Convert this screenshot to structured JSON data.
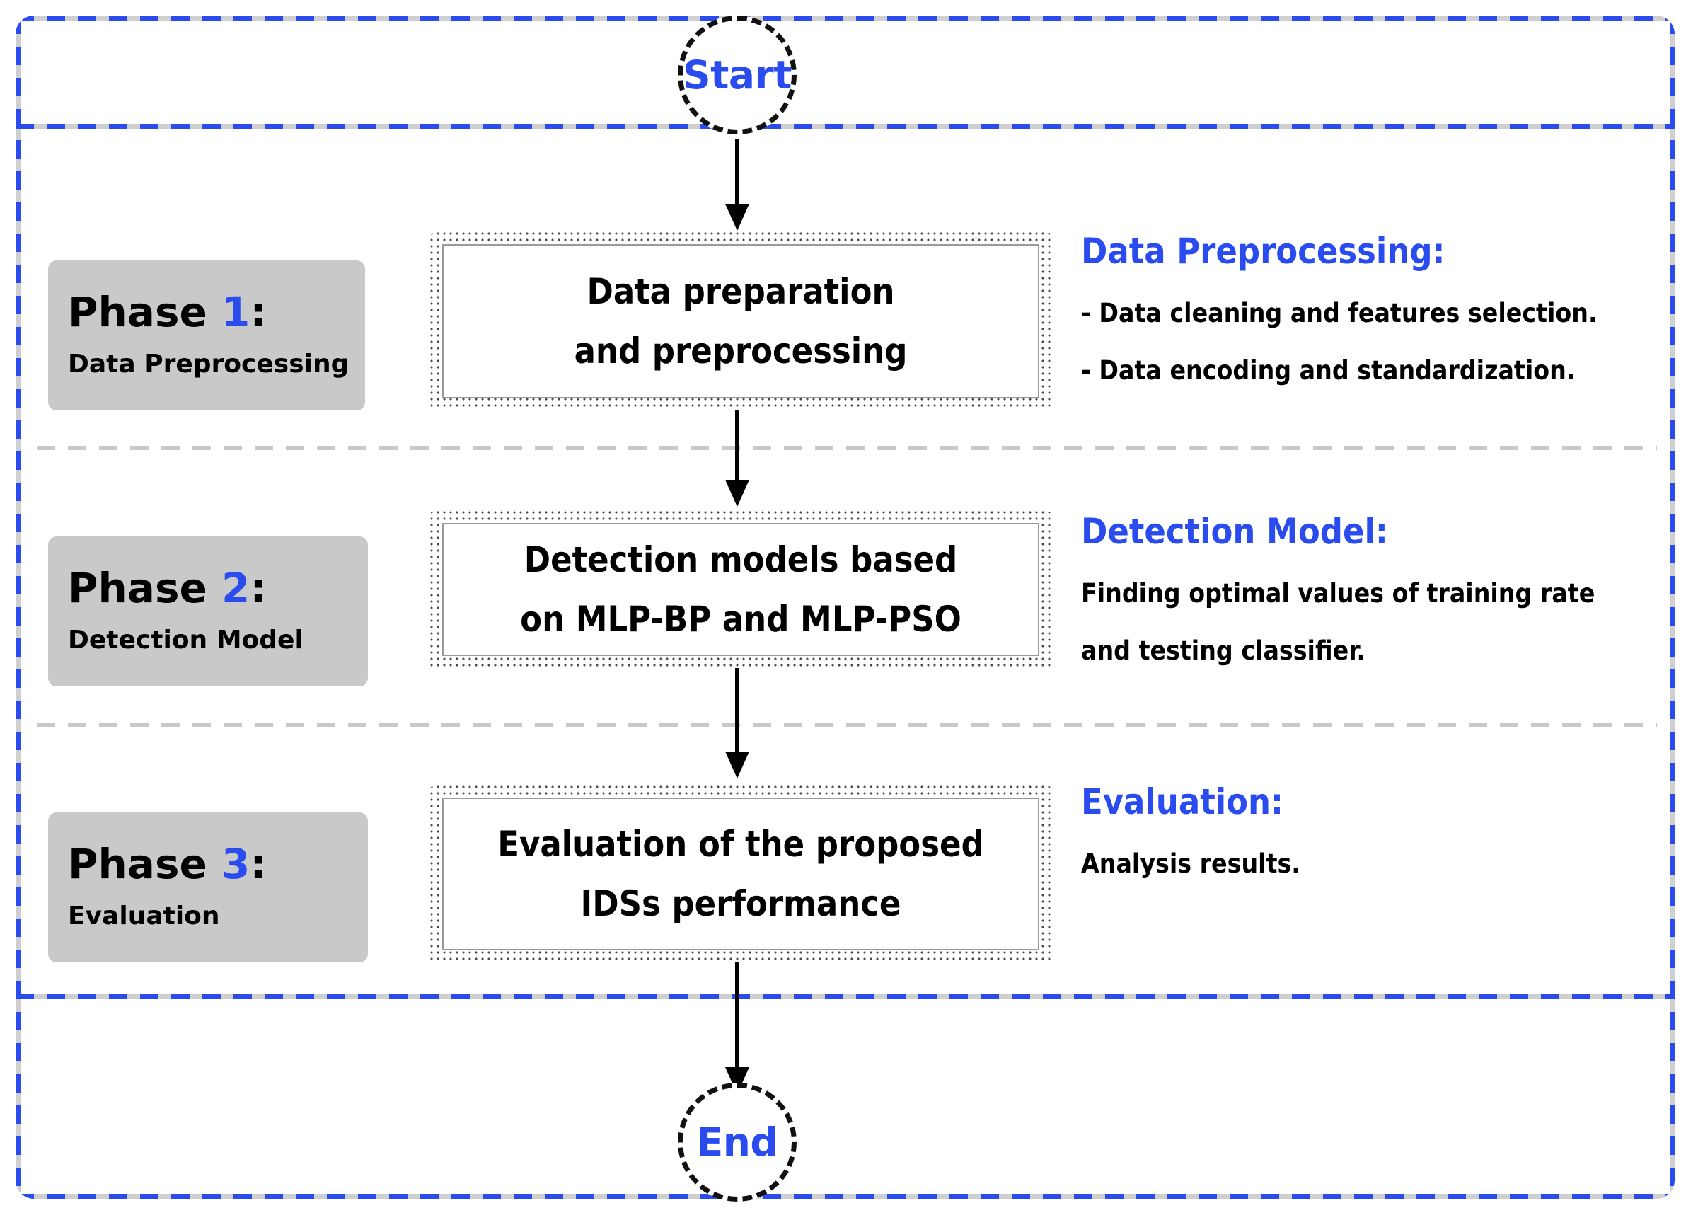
{
  "diagram": {
    "title": "Proposed IDS methodology flowchart",
    "colors": {
      "accent_blue": "#2a4cef",
      "frame_dash_gray": "#cfcfcf",
      "phase_chip_gray": "#c9c9c9",
      "separator_gray": "#c9c9c9",
      "text_black": "#000000"
    }
  },
  "terminators": {
    "start": "Start",
    "end": "End"
  },
  "phases": [
    {
      "chip": {
        "word": "Phase",
        "number": "1",
        "colon": ":",
        "subtitle": "Data Preprocessing"
      },
      "process": {
        "line1": "Data preparation",
        "line2": "and preprocessing"
      },
      "note": {
        "heading": "Data Preprocessing:",
        "lines": [
          "- Data cleaning and features selection.",
          "- Data encoding and standardization."
        ]
      }
    },
    {
      "chip": {
        "word": "Phase",
        "number": "2",
        "colon": ":",
        "subtitle": "Detection Model"
      },
      "process": {
        "line1": "Detection models based",
        "line2": "on MLP-BP and MLP-PSO"
      },
      "note": {
        "heading": "Detection Model:",
        "lines": [
          "Finding optimal values of training rate",
          "and testing classifier."
        ]
      }
    },
    {
      "chip": {
        "word": "Phase",
        "number": "3",
        "colon": ":",
        "subtitle": "Evaluation"
      },
      "process": {
        "line1": "Evaluation of the proposed",
        "line2": "IDSs performance"
      },
      "note": {
        "heading": "Evaluation:",
        "lines": [
          "Analysis results."
        ]
      }
    }
  ]
}
